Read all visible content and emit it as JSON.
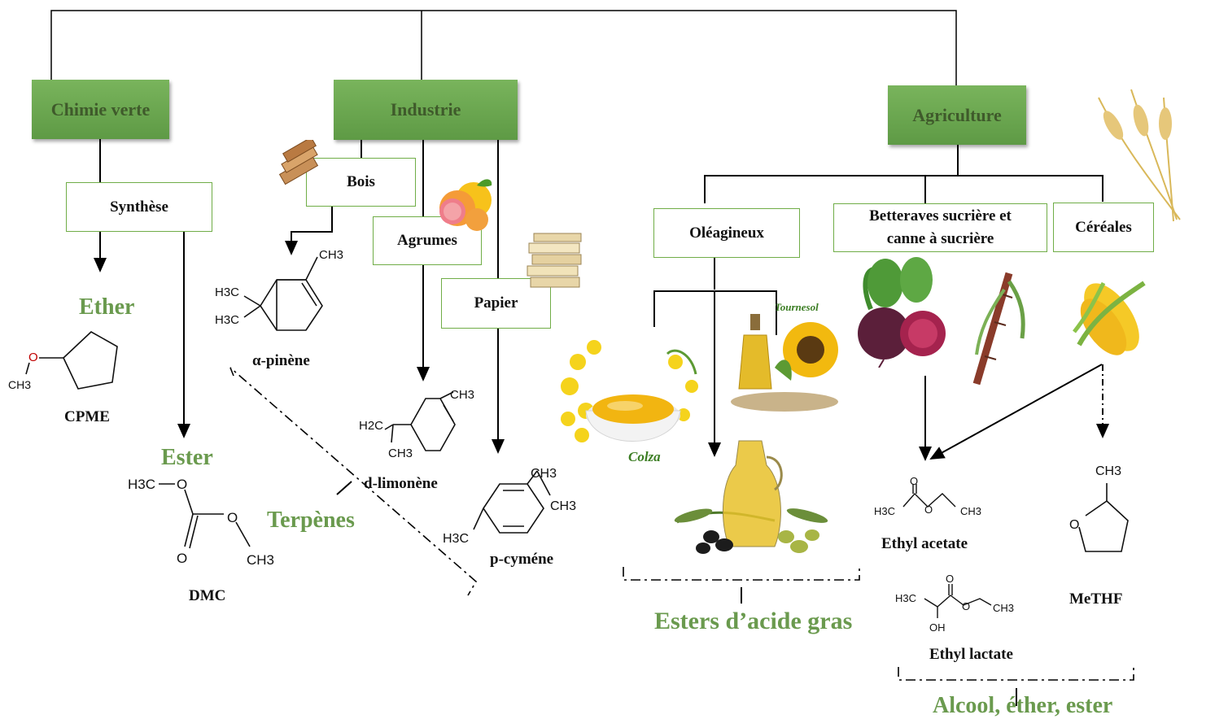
{
  "top_boxes": {
    "chimie_verte": "Chimie verte",
    "industrie": "Industrie",
    "agriculture": "Agriculture"
  },
  "sub_boxes": {
    "synthese": "Synthèse",
    "bois": "Bois",
    "agrumes": "Agrumes",
    "papier": "Papier",
    "oleagineux": "Oléagineux",
    "betteraves_line1": "Betteraves sucrière et",
    "betteraves_line2": "canne à sucrière",
    "cereales": "Céréales"
  },
  "categories": {
    "ether": "Ether",
    "ester": "Ester",
    "terpenes": "Terpènes",
    "esters_acide_gras": "Esters d’acide gras",
    "alcool_ether_ester": "Alcool, éther, ester"
  },
  "molecules": {
    "cpme": "CPME",
    "dmc": "DMC",
    "alpha_pinene": "α-pinène",
    "d_limonene": "d-limonène",
    "p_cymene": "p-cyméne",
    "ethyl_acetate": "Ethyl acetate",
    "ethyl_lactate": "Ethyl lactate",
    "methf": "MeTHF"
  },
  "photo_captions": {
    "colza": "Colza",
    "tournesol": "Tournesol"
  },
  "atoms": {
    "o": "O",
    "ch3": "CH3",
    "h3c": "H3C",
    "h2c": "H2C",
    "oh": "OH"
  },
  "colors": {
    "box_green": "#6aa84f",
    "label_green": "#6a9a4e",
    "line": "#000000"
  }
}
